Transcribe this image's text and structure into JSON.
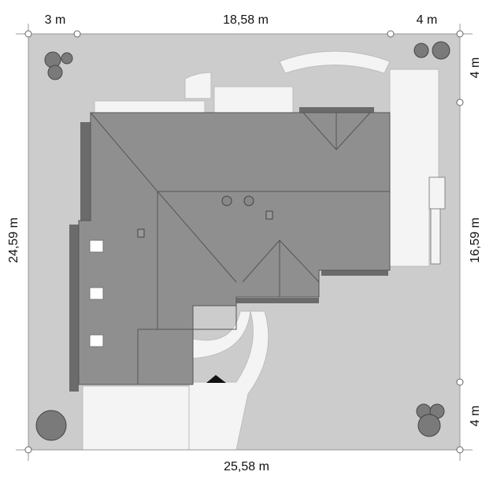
{
  "dimensions": {
    "top_left": "3 m",
    "top_mid": "18,58 m",
    "top_right": "4 m",
    "left": "24,59 m",
    "right_top": "4 m",
    "right_mid": "16,59 m",
    "right_bottom": "4 m",
    "bottom": "25,58 m"
  },
  "colors": {
    "plot": "#cccccc",
    "roof": "#8f8f8f",
    "roof_shadow": "#6b6b6b",
    "paving": "#f2f2f2",
    "tree": "#7a7a7a"
  },
  "icons": {
    "entrance": "entrance-arrow-icon",
    "tree": "tree-icon",
    "marker": "dimension-marker-icon"
  }
}
